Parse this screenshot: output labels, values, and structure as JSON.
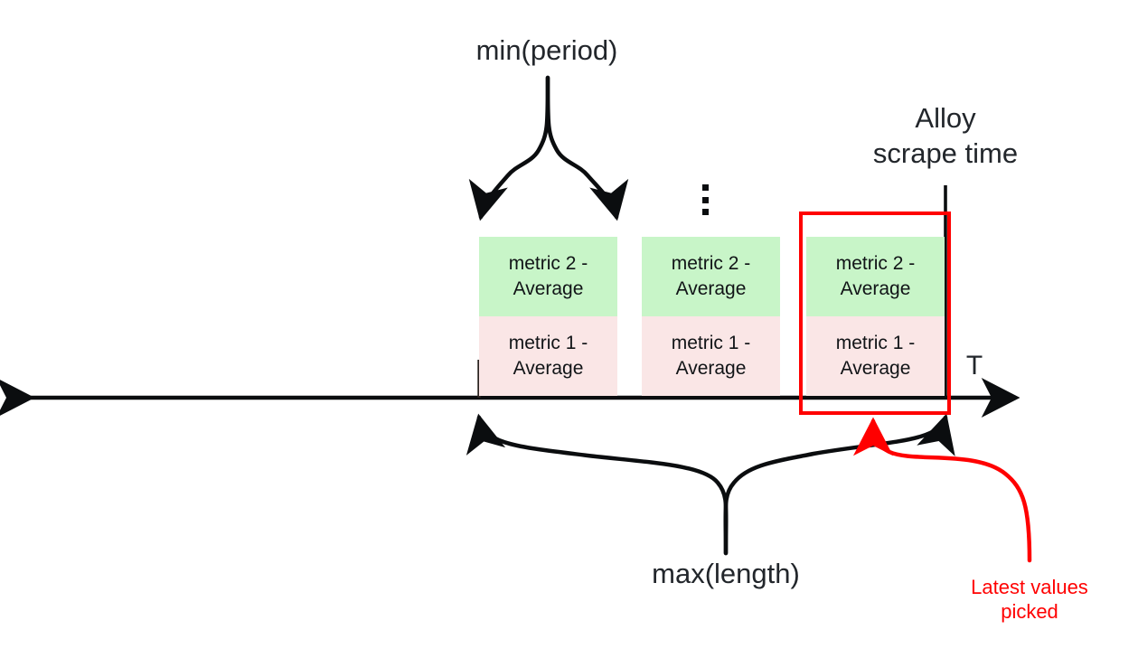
{
  "diagram": {
    "title_labels": {
      "min_period": "min(period)",
      "max_length": "max(length)",
      "alloy_scrape_time_line1": "Alloy",
      "alloy_scrape_time_line2": "scrape time",
      "axis_label": "T",
      "latest_values_line1": "Latest values",
      "latest_values_line2": "picked"
    },
    "colors": {
      "metric2_fill": "#c8f5c8",
      "metric1_fill": "#fae6e6",
      "highlight": "#ff0000",
      "ink": "#22262b"
    },
    "blocks": [
      {
        "id": "sample-1",
        "metric2": {
          "line1": "metric 2 -",
          "line2": "Average"
        },
        "metric1": {
          "line1": "metric 1 -",
          "line2": "Average"
        }
      },
      {
        "id": "sample-2",
        "metric2": {
          "line1": "metric 2 -",
          "line2": "Average"
        },
        "metric1": {
          "line1": "metric 1 -",
          "line2": "Average"
        }
      },
      {
        "id": "sample-3-latest",
        "metric2": {
          "line1": "metric 2 -",
          "line2": "Average"
        },
        "metric1": {
          "line1": "metric 1 -",
          "line2": "Average"
        }
      }
    ],
    "ellipsis_glyph": "vertical-ellipsis"
  }
}
